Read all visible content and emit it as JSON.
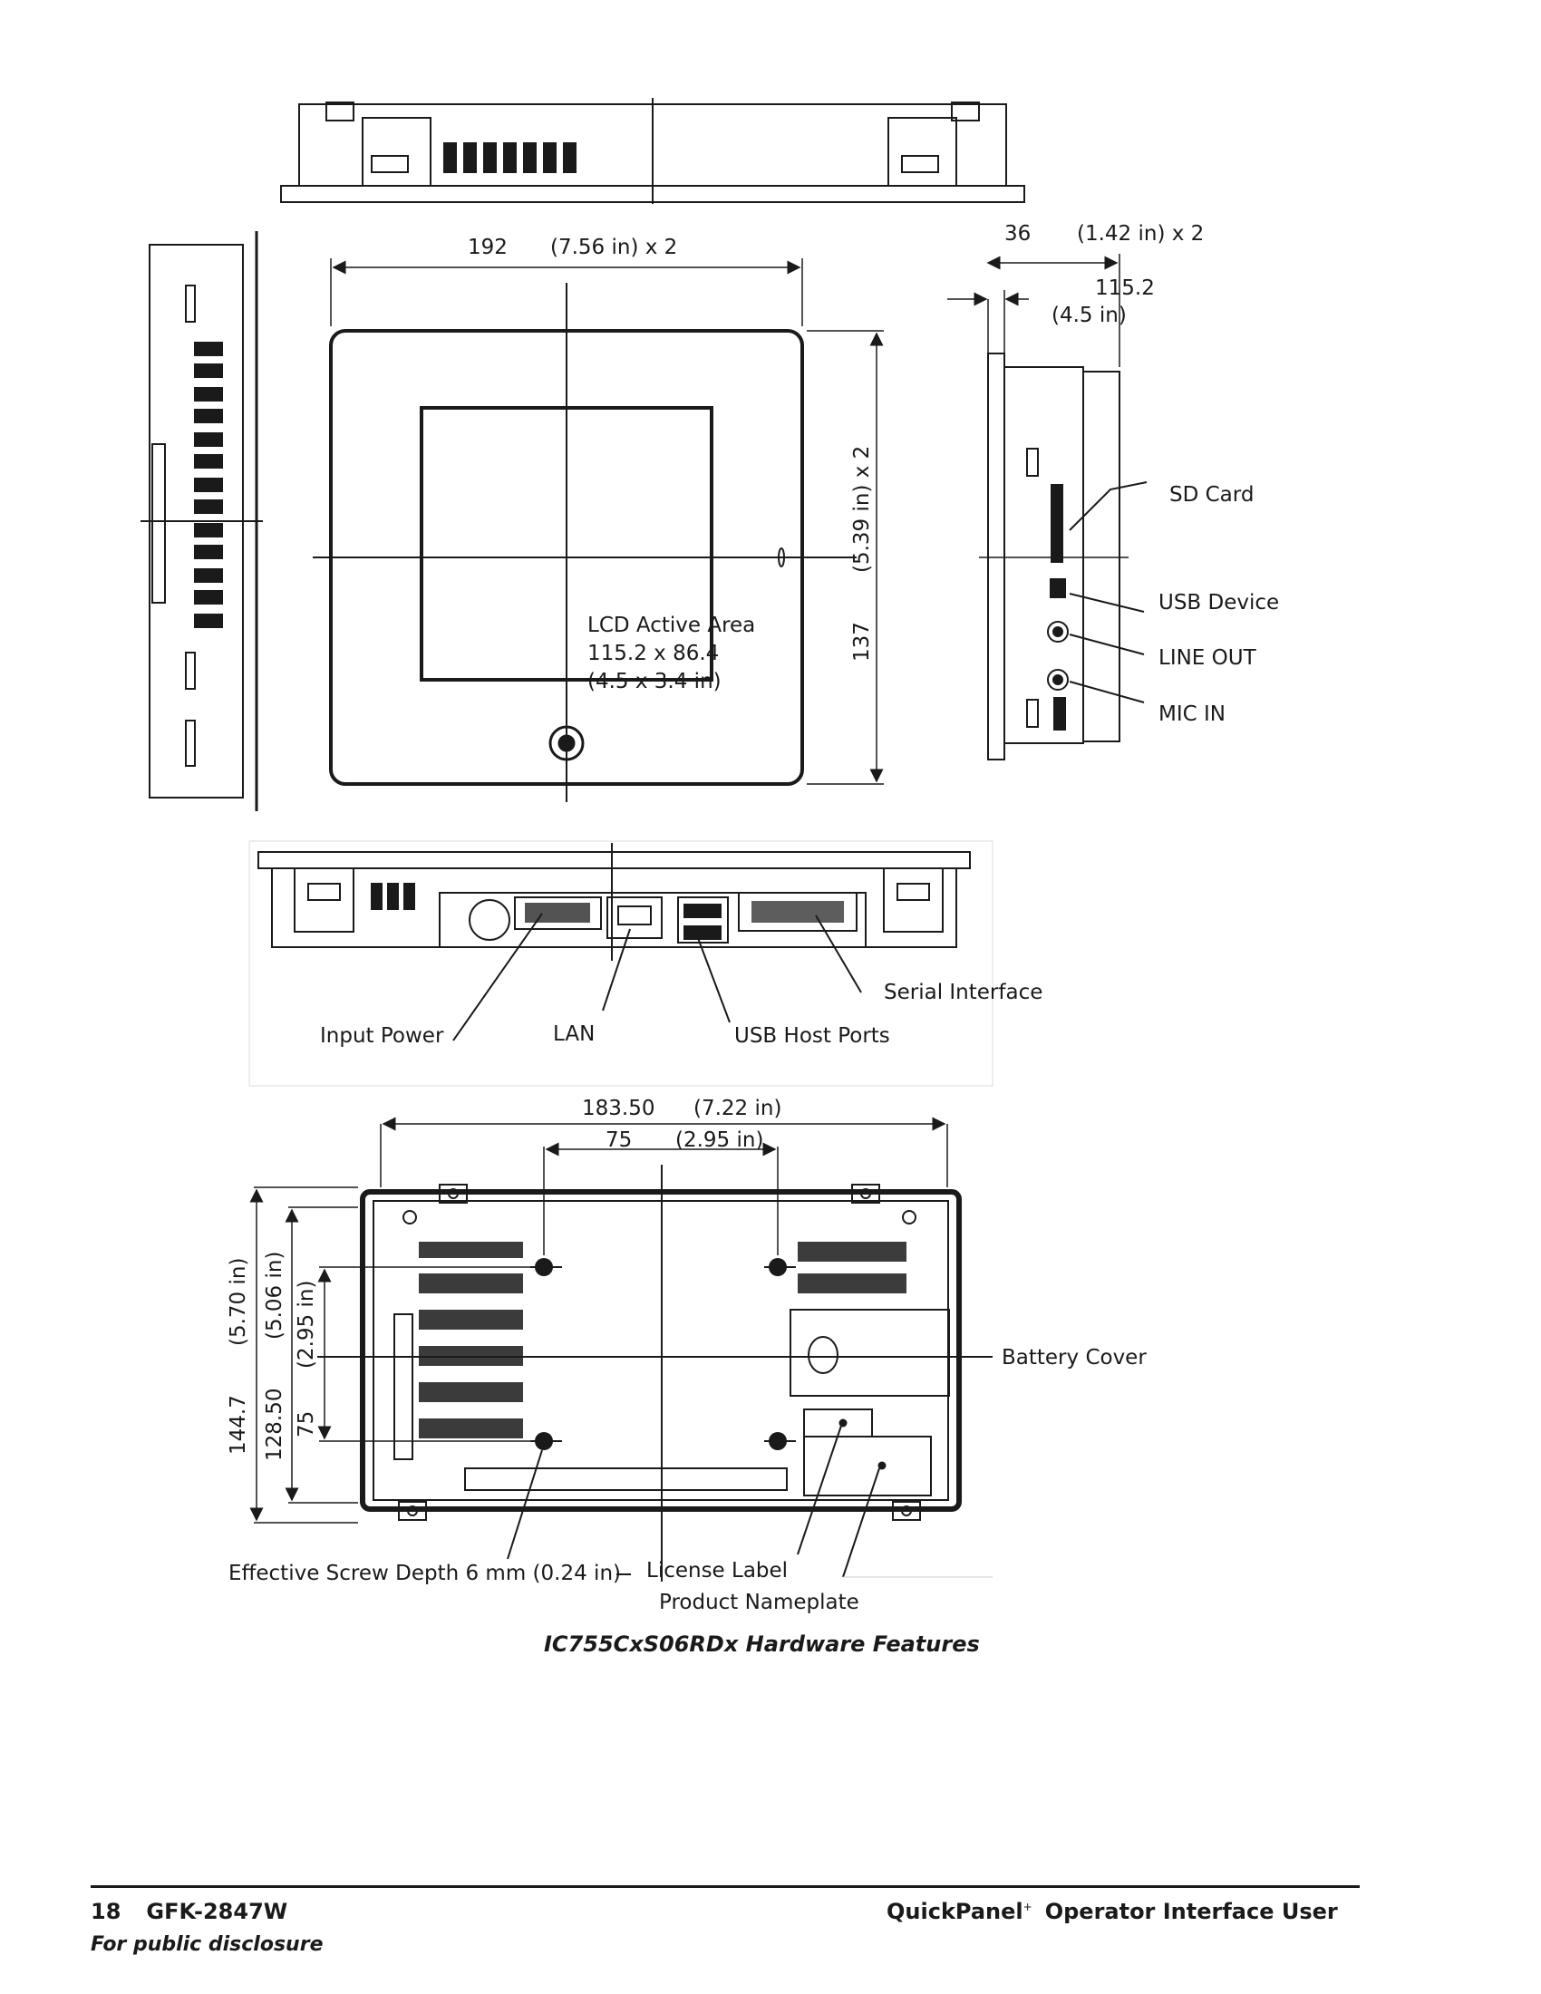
{
  "dims": {
    "width_mm": "192",
    "width_in": "(7.56 in) x 2",
    "height_mm": "137",
    "height_in": "(5.39 in) x 2",
    "depth_mm": "36",
    "depth_in": "(1.42 in) x 2",
    "side_mm": "115.2",
    "side_in": "(4.5 in)",
    "rear_w_mm": "183.50",
    "rear_w_in": "(7.22 in)",
    "hole_w_mm": "75",
    "hole_w_in": "(2.95 in)",
    "rear_h_mm": "144.7",
    "rear_h_in": "(5.70 in)",
    "rear_h2_mm": "128.50",
    "rear_h2_in": "(5.06 in)",
    "hole_h_mm": "75",
    "hole_h_in": "(2.95 in)"
  },
  "lcd": {
    "title": "LCD Active Area",
    "size_mm": "115.2 x 86.4",
    "size_in": "(4.5 x 3.4 in)"
  },
  "callouts": {
    "sd_card": "SD Card",
    "usb_device": "USB Device",
    "line_out": "LINE OUT",
    "mic_in": "MIC IN",
    "serial": "Serial Interface",
    "input_power": "Input Power",
    "lan": "LAN",
    "usb_host": "USB Host Ports",
    "battery": "Battery Cover",
    "screw_depth": "Effective Screw Depth 6 mm (0.24 in)",
    "license": "License Label",
    "nameplate": "Product Nameplate"
  },
  "caption": "IC755CxS06RDx Hardware Features",
  "footer": {
    "page": "18",
    "doc": "GFK-2847W",
    "title": "QuickPanel",
    "title_sup": "+",
    "title_rest": "Operator Interface User",
    "note": "For public disclosure"
  }
}
